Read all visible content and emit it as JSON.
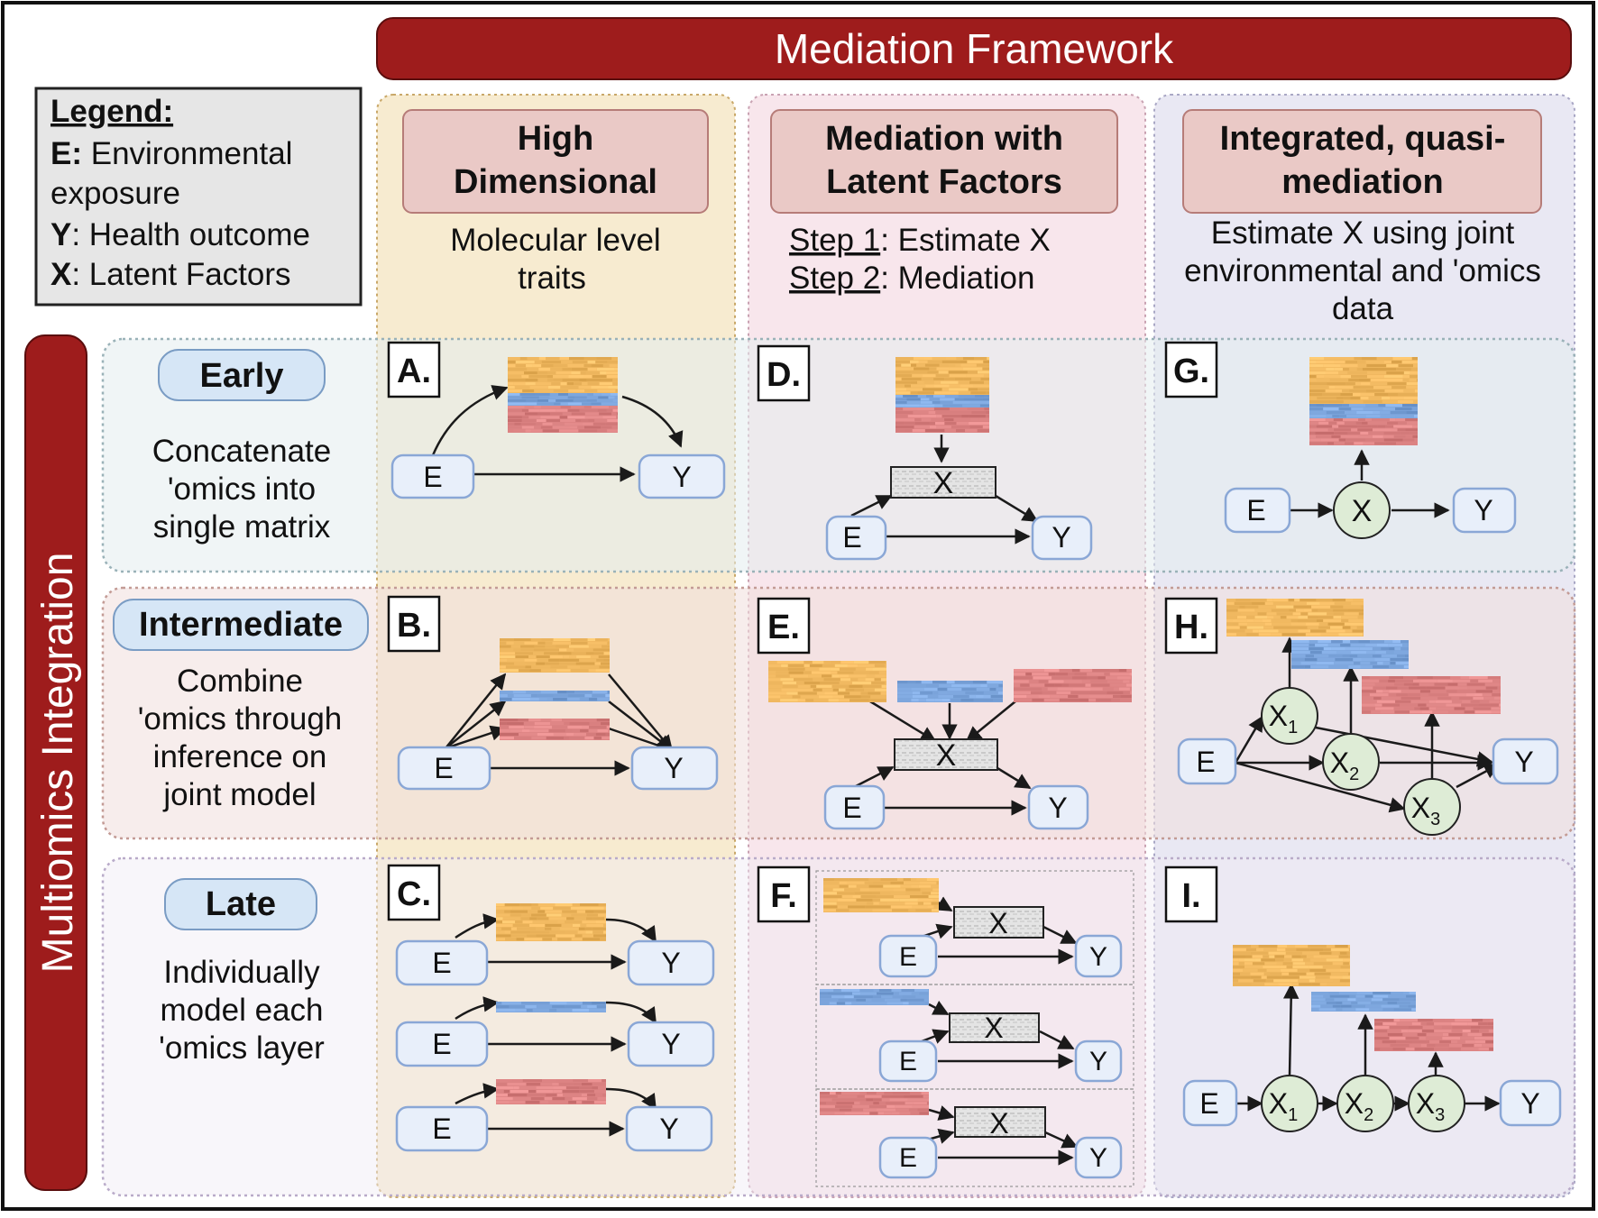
{
  "header": {
    "title": "Mediation Framework"
  },
  "side_title": "Multiomics Integration",
  "legend": {
    "title": "Legend:",
    "items": [
      {
        "key": "E:",
        "text": " Environmental"
      },
      {
        "key": "",
        "text": "exposure"
      },
      {
        "key": "Y",
        "text": ": Health outcome"
      },
      {
        "key": "X",
        "text": ": Latent Factors"
      }
    ]
  },
  "columns": [
    {
      "title_lines": [
        "High",
        "Dimensional"
      ],
      "desc_lines": [
        "Molecular level",
        "traits"
      ]
    },
    {
      "title_lines": [
        "Mediation with",
        "Latent Factors"
      ],
      "steps": [
        {
          "label": "Step 1",
          "text": ": Estimate X"
        },
        {
          "label": "Step 2",
          "text": ": Mediation"
        }
      ]
    },
    {
      "title_lines": [
        "Integrated, quasi-",
        "mediation"
      ],
      "desc_lines": [
        "Estimate X using joint",
        "environmental and 'omics",
        "data"
      ]
    }
  ],
  "rows": [
    {
      "label": "Early",
      "desc_lines": [
        "Concatenate",
        "'omics into",
        "single matrix"
      ]
    },
    {
      "label": "Intermediate",
      "desc_lines": [
        "Combine",
        "'omics through",
        "inference on",
        "joint model"
      ]
    },
    {
      "label": "Late",
      "desc_lines": [
        "Individually",
        "model each",
        "'omics layer"
      ]
    }
  ],
  "panels": [
    "A.",
    "B.",
    "C.",
    "D.",
    "E.",
    "F.",
    "G.",
    "H.",
    "I."
  ],
  "nodes": {
    "E": "E",
    "Y": "Y",
    "X": "X",
    "X1": "1",
    "X2": "2",
    "X3": "3"
  },
  "colors": {
    "banner": "#9e1c1c",
    "col_high_bg": "#f7ebd0",
    "col_latent_bg": "#f8e6ec",
    "col_integrated_bg": "#e9e8f3",
    "row_early_bg": "#e4ecee",
    "row_intermediate_bg": "#f1dfdc",
    "row_late_bg": "#f0ecf5",
    "header_box": "#eac9c6",
    "label_box": "#d6e6f6",
    "node_fill": "#e8effa",
    "node_stroke": "#8aa7d6",
    "latent_circle": "#deecd6",
    "omic_orange": "#f0b860",
    "omic_blue": "#7da6dd",
    "omic_red": "#dc8383"
  }
}
